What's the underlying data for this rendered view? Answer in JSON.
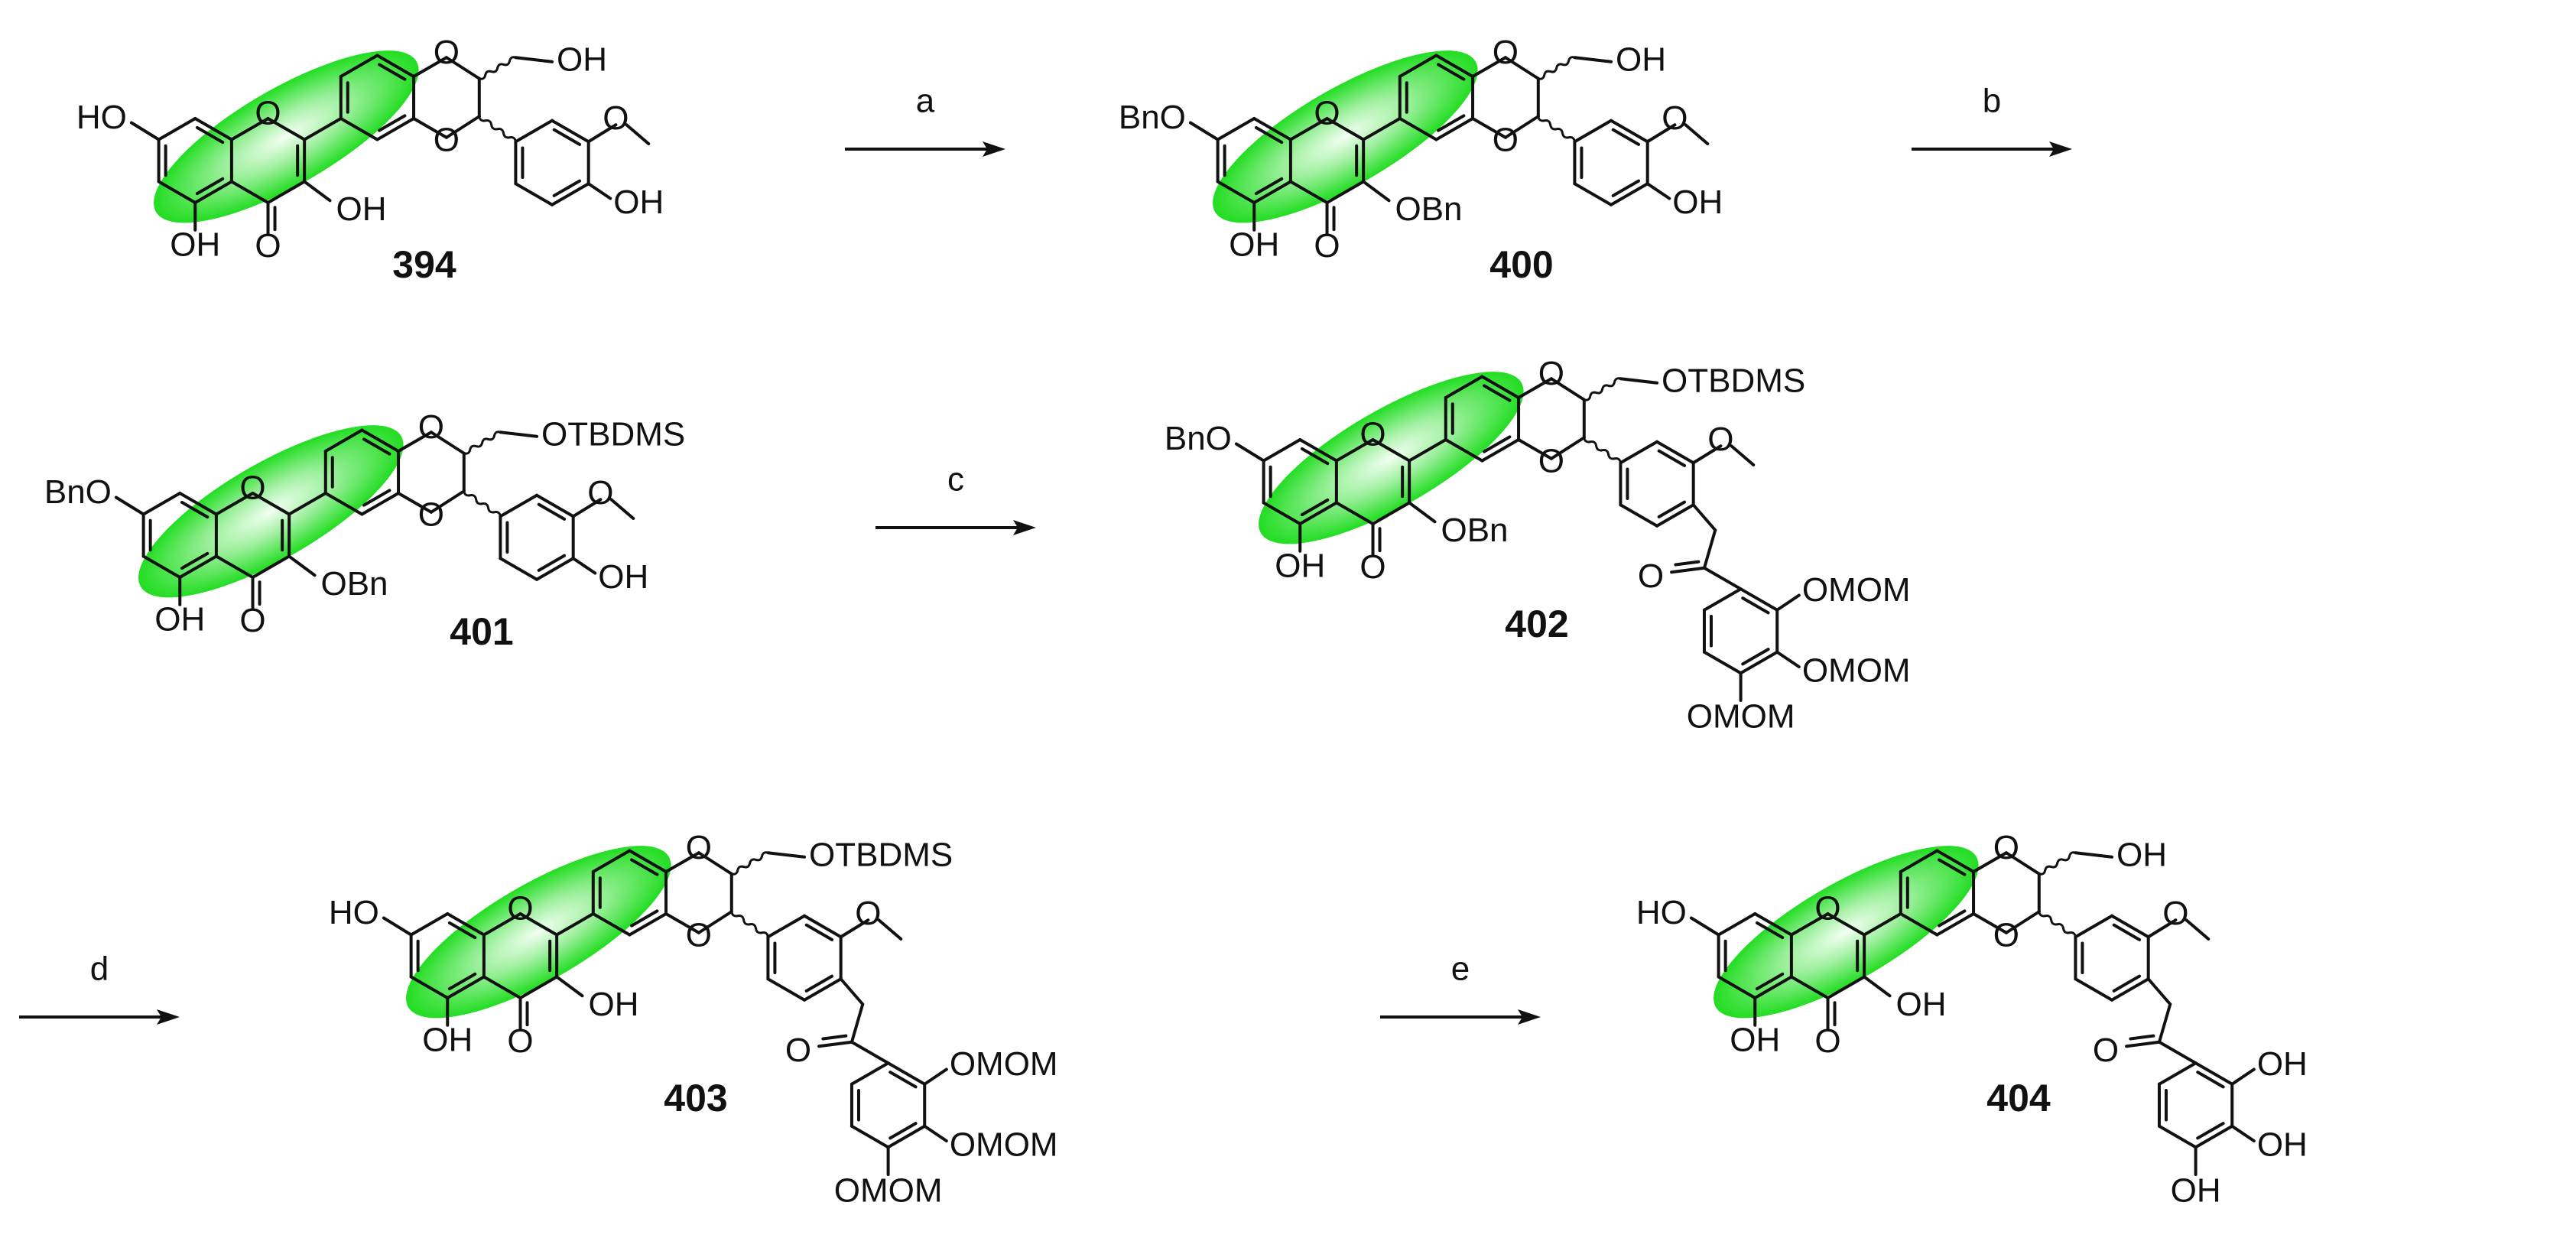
{
  "scheme": {
    "compounds": [
      {
        "id": "394",
        "substituents": {
          "r7": "HO",
          "r3": "OH",
          "r5": "OH",
          "r4": "O",
          "ring_o1": "O",
          "diox_o_top": "O",
          "diox_o_bot": "O",
          "side_chain": "OH",
          "aryl_oh": "OH"
        }
      },
      {
        "id": "400",
        "substituents": {
          "r7": "BnO",
          "r3": "OBn",
          "r5": "OH",
          "r4": "O",
          "ring_o1": "O",
          "diox_o_top": "O",
          "diox_o_bot": "O",
          "side_chain": "OH",
          "aryl_oh": "OH"
        }
      },
      {
        "id": "401",
        "substituents": {
          "r7": "BnO",
          "r3": "OBn",
          "r5": "OH",
          "r4": "O",
          "ring_o1": "O",
          "diox_o_top": "O",
          "diox_o_bot": "O",
          "side_chain": "OTBDMS",
          "aryl_oh": "OH"
        }
      },
      {
        "id": "402",
        "substituents": {
          "r7": "BnO",
          "r3": "OBn",
          "r5": "OH",
          "r4": "O",
          "ring_o1": "O",
          "diox_o_top": "O",
          "diox_o_bot": "O",
          "side_chain": "OTBDMS",
          "ketone_o": "O",
          "t1": "OMOM",
          "t2": "OMOM",
          "t3": "OMOM"
        }
      },
      {
        "id": "403",
        "substituents": {
          "r7": "HO",
          "r3": "OH",
          "r5": "OH",
          "r4": "O",
          "ring_o1": "O",
          "diox_o_top": "O",
          "diox_o_bot": "O",
          "side_chain": "OTBDMS",
          "ketone_o": "O",
          "t1": "OMOM",
          "t2": "OMOM",
          "t3": "OMOM"
        }
      },
      {
        "id": "404",
        "substituents": {
          "r7": "HO",
          "r3": "OH",
          "r5": "OH",
          "r4": "O",
          "ring_o1": "O",
          "diox_o_top": "O",
          "diox_o_bot": "O",
          "side_chain": "OH",
          "ketone_o": "O",
          "t1": "OH",
          "t2": "OH",
          "t3": "OH"
        }
      }
    ],
    "steps": [
      "a",
      "b",
      "c",
      "d",
      "e"
    ],
    "colors": {
      "highlight": "#22dd22",
      "highlight_core": "#eaffea",
      "ink": "#111111"
    }
  }
}
